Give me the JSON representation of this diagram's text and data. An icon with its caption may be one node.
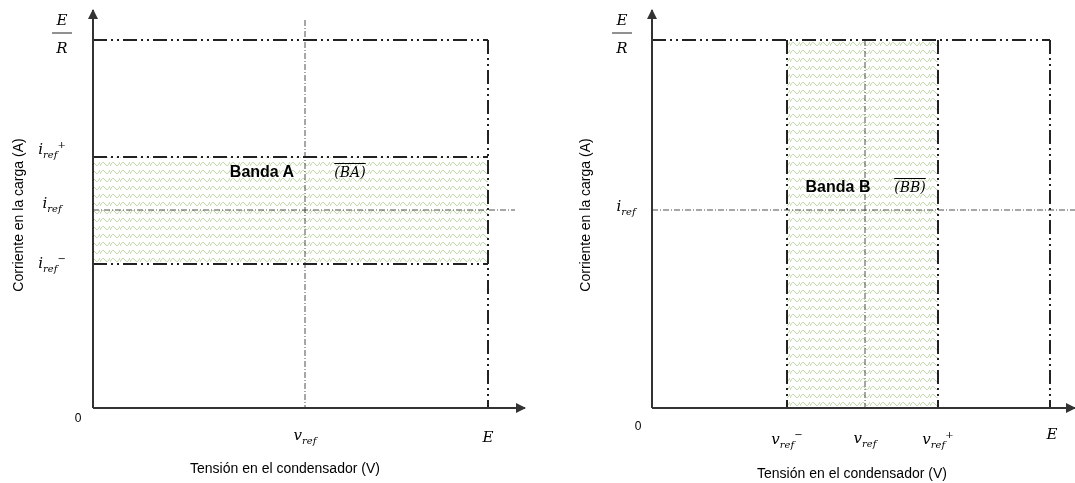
{
  "diagram": {
    "labels": [
      "E",
      "R",
      "i$_{ref}$$^{+}$",
      "i$_{ref}$",
      "i$_{ref}$$^{−}$",
      "0",
      "Corriente en la carga (A)",
      "Banda A",
      "(BA)",
      "v$_{ref}$",
      "E",
      "Tensión en el condensador (V)",
      "E",
      "R",
      "Corriente en la carga (A)",
      "i$_{ref}$",
      "Banda B",
      "(BB)",
      "0",
      "v$_{ref}$$^{−}$",
      "v$_{ref}$",
      "v$_{ref}$$^{+}$",
      "E",
      "Tensión en el condensador (V)"
    ]
  }
}
